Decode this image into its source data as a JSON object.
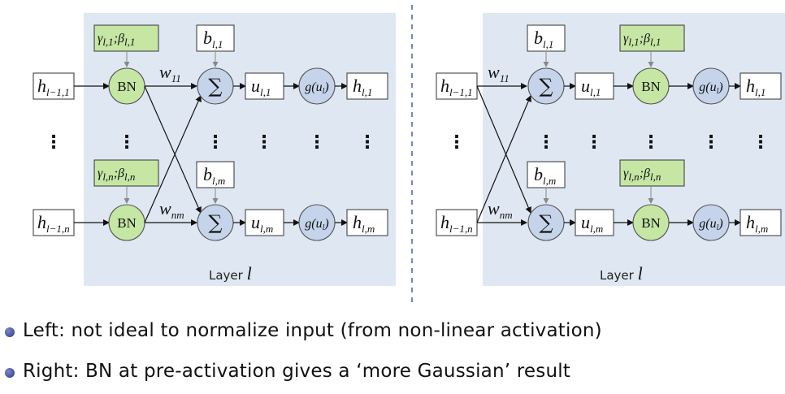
{
  "layer_label": {
    "text": "Layer",
    "var": "l"
  },
  "inputs": {
    "top": {
      "main": "h",
      "sub": "l−1,1"
    },
    "bottom": {
      "main": "h",
      "sub": "l−1,n"
    }
  },
  "weights": {
    "top": {
      "main": "w",
      "sub": "11"
    },
    "bottom": {
      "main": "w",
      "sub": "nm"
    }
  },
  "bn_label": "BN",
  "sum_symbol": "∑",
  "bn_params": {
    "top": {
      "gamma": "γ",
      "gsub": "l,1",
      "sep": ";",
      "beta": "β",
      "bsub": "l,1"
    },
    "bottom": {
      "gamma": "γ",
      "gsub": "l,n",
      "sep": ";",
      "beta": "β",
      "bsub": "l,n"
    }
  },
  "biases": {
    "top": {
      "main": "b",
      "sub": "l,1"
    },
    "bottom": {
      "main": "b",
      "sub": "l,m"
    }
  },
  "preacts": {
    "top": {
      "main": "u",
      "sub": "l,1"
    },
    "bottom": {
      "main": "u",
      "sub": "l,m"
    }
  },
  "activation": {
    "g": "g(",
    "u": "u",
    "usub": "l",
    "close": ")"
  },
  "outputs": {
    "top": {
      "main": "h",
      "sub": "l,1"
    },
    "bottom": {
      "main": "h",
      "sub": "l,m"
    }
  },
  "ellipsis": "⋮",
  "bullets": [
    "Left: not ideal to normalize input (from non-linear activation)",
    "Right: BN at pre-activation gives a ‘more Gaussian’ result"
  ],
  "colors": {
    "panel": "#dfe8f2",
    "bn_green": "#c6e6a4",
    "sum_blue": "#c5d4ea",
    "bullet": "#2c3a86"
  }
}
